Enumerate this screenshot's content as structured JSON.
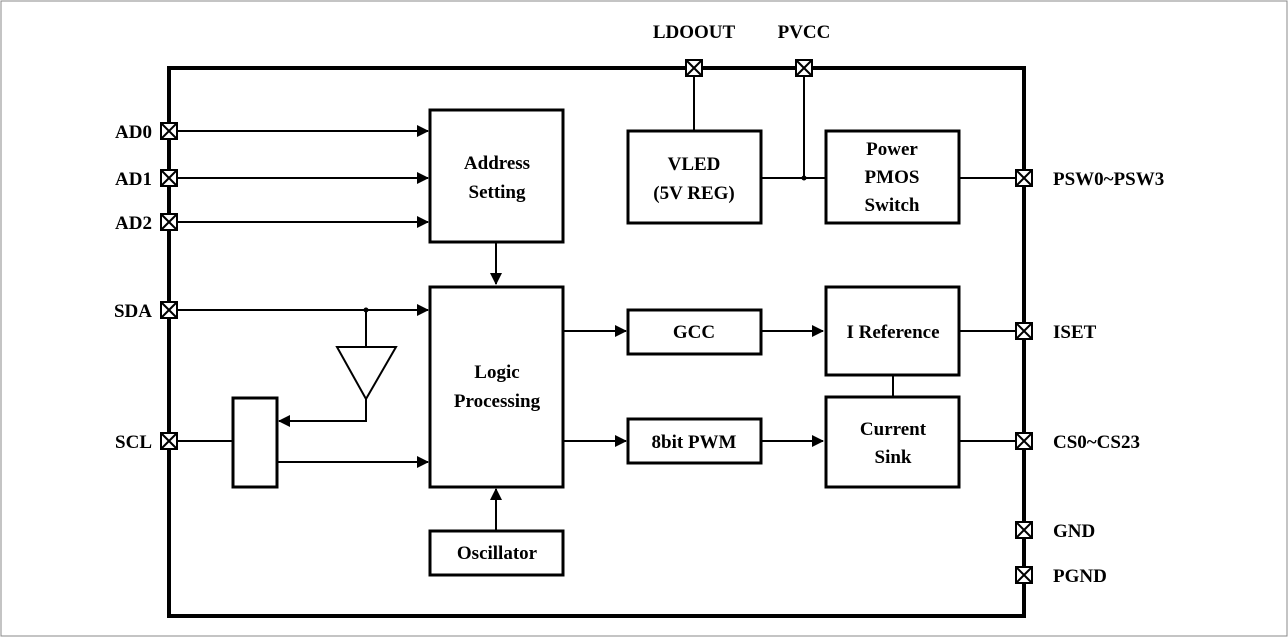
{
  "pins": {
    "ad0": "AD0",
    "ad1": "AD1",
    "ad2": "AD2",
    "sda": "SDA",
    "scl": "SCL",
    "ldoout": "LDOOUT",
    "pvcc": "PVCC",
    "psw": "PSW0~PSW3",
    "iset": "ISET",
    "cs": "CS0~CS23",
    "gnd": "GND",
    "pgnd": "PGND"
  },
  "blocks": {
    "address_setting": [
      "Address",
      "Setting"
    ],
    "vled": [
      "VLED",
      "(5V REG)"
    ],
    "power_switch": [
      "Power",
      "PMOS",
      "Switch"
    ],
    "logic": [
      "Logic",
      "Processing"
    ],
    "gcc": "GCC",
    "i_reference": "I Reference",
    "pwm": "8bit PWM",
    "current_sink": [
      "Current",
      "Sink"
    ],
    "oscillator": "Oscillator"
  }
}
